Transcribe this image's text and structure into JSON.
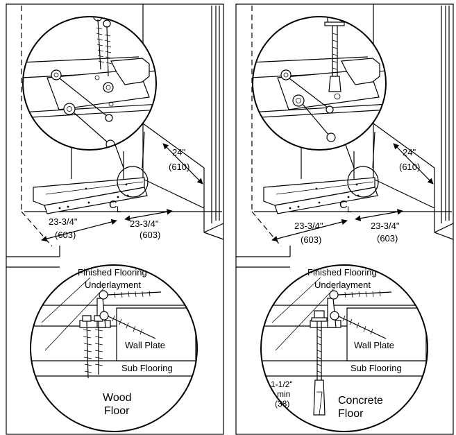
{
  "panels": [
    {
      "id": "wood",
      "dim_depth": "24\"",
      "dim_depth_mm": "(610)",
      "centerline_c": "C",
      "centerline_l": "L",
      "dim_left": "23-3/4\"",
      "dim_left_mm": "(603)",
      "dim_right": "23-3/4\"",
      "dim_right_mm": "(603)",
      "finished_flooring": "Finished Flooring",
      "underlayment": "Underlayment",
      "wall_plate": "Wall Plate",
      "sub_flooring": "Sub Flooring",
      "floor_type_line1": "Wood",
      "floor_type_line2": "Floor"
    },
    {
      "id": "concrete",
      "dim_depth": "24\"",
      "dim_depth_mm": "(610)",
      "centerline_c": "C",
      "centerline_l": "L",
      "dim_left": "23-3/4\"",
      "dim_left_mm": "(603)",
      "dim_right": "23-3/4\"",
      "dim_right_mm": "(603)",
      "finished_flooring": "Finished Flooring",
      "underlayment": "Underlayment",
      "wall_plate": "Wall Plate",
      "sub_flooring": "Sub Flooring",
      "anchor_depth": "1-1/2\"",
      "anchor_min": "min",
      "anchor_mm": "(38)",
      "floor_type_line1": "Concrete",
      "floor_type_line2": "Floor"
    }
  ]
}
